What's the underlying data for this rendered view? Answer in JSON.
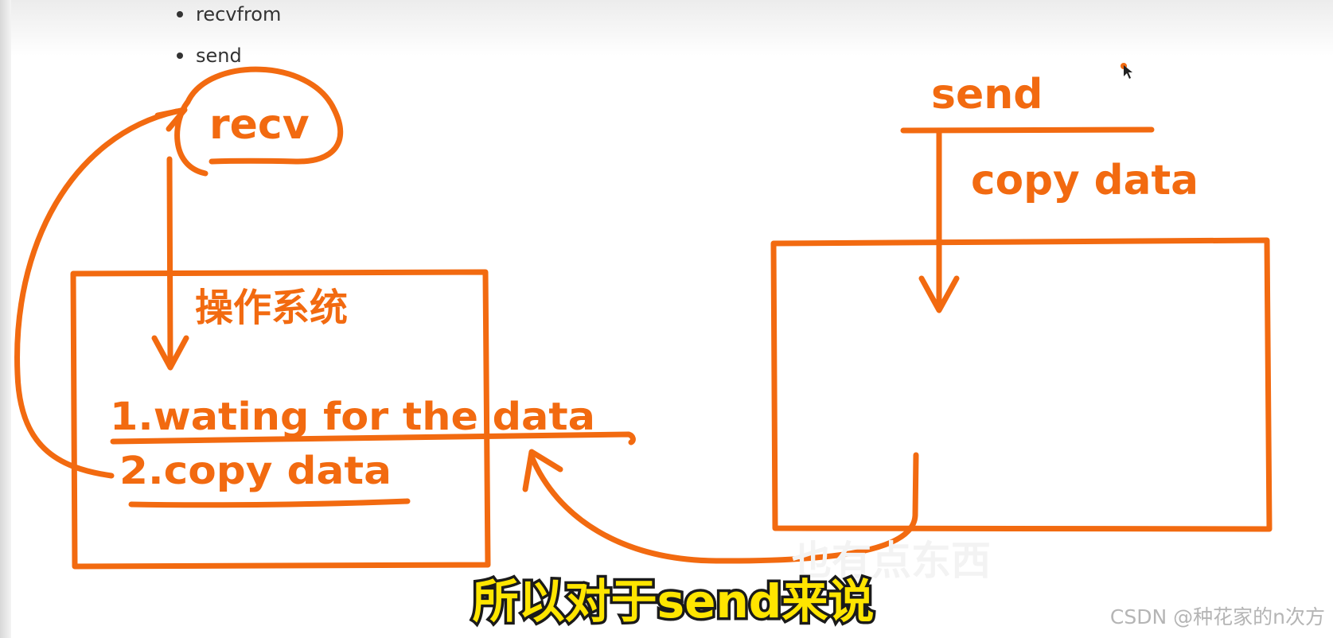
{
  "list_items": [
    "recvfrom",
    "send"
  ],
  "annotations": {
    "recv": "recv",
    "os": "操作系统",
    "step1": "1.wating for the data",
    "step2": "2.copy data",
    "send": "send",
    "send_copy": "copy data"
  },
  "subtitle": "所以对于send来说",
  "background_caption": "也有点东西",
  "credit": "CSDN @种花家的n次方",
  "colors": {
    "ink": "#f26a10",
    "subtitle_fill": "#ffe500",
    "subtitle_outline": "#1a1a1a"
  }
}
